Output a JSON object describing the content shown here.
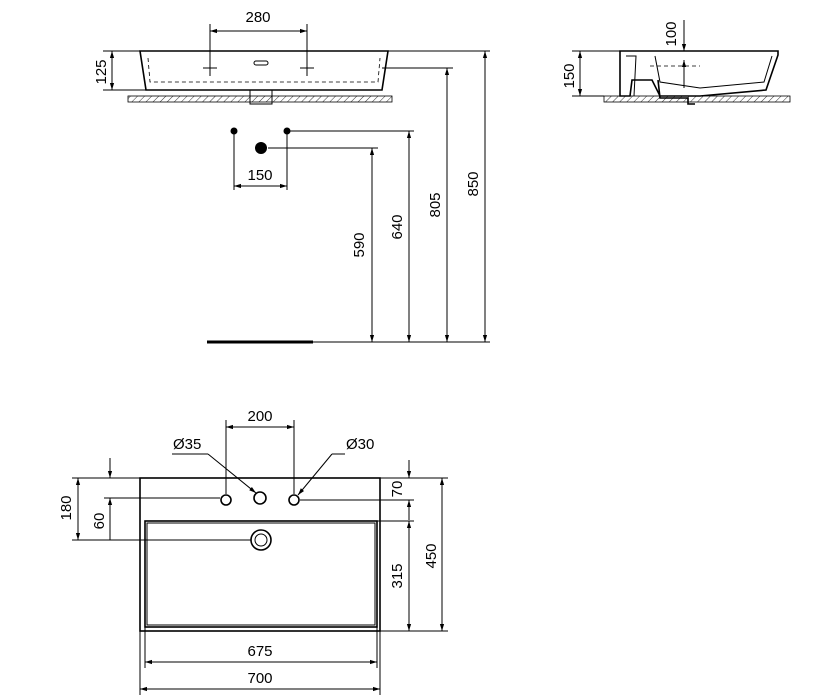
{
  "front_view": {
    "tap_spacing": "280",
    "basin_height": "125",
    "hole_spacing": "150",
    "height_590": "590",
    "height_640": "640",
    "height_805": "805",
    "height_850": "850"
  },
  "side_view": {
    "depth_100": "100",
    "height_150": "150"
  },
  "top_view": {
    "tap_hole_spacing": "200",
    "dia_left": "Ø35",
    "dia_right": "Ø30",
    "dim_180": "180",
    "dim_60": "60",
    "dim_70": "70",
    "dim_315": "315",
    "dim_450": "450",
    "inner_width": "675",
    "outer_width": "700"
  }
}
